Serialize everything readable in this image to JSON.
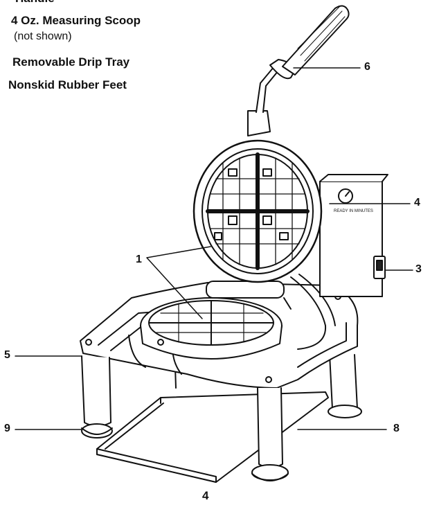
{
  "legend": {
    "handle": "Handle",
    "scoop": "4 Oz. Measuring Scoop",
    "scoop_note": "(not shown)",
    "drip_tray": "Removable Drip Tray",
    "feet": "Nonskid Rubber Feet"
  },
  "callouts": {
    "c1": "1",
    "c3": "3",
    "c4": "4",
    "c5": "5",
    "c6": "6",
    "c8": "8",
    "c9": "9"
  },
  "indicator_label": "READY IN MINUTES",
  "page_number": "4"
}
